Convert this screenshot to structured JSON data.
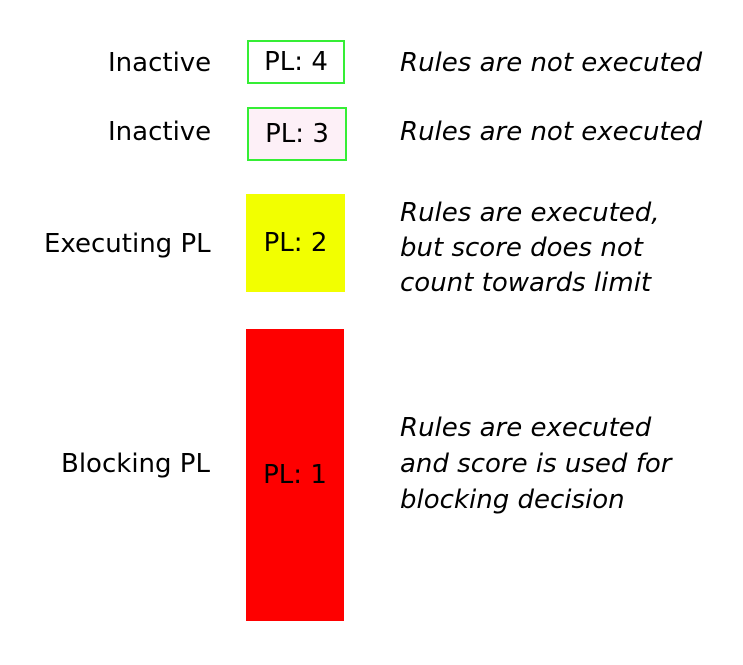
{
  "diagram": {
    "colors": {
      "inactive_border": "#35ee35",
      "inactive_fill_pl4": "#ffffff",
      "inactive_fill_pl3": "#fdf0f7",
      "executing_fill": "#f2ff00",
      "blocking_fill": "#fe0000",
      "text": "#000000"
    },
    "rows": [
      {
        "label": "Inactive",
        "box_text": "PL: 4",
        "description": "Rules are not executed",
        "box_fill": "#ffffff",
        "box_border": "#35ee35"
      },
      {
        "label": "Inactive",
        "box_text": "PL: 3",
        "description": "Rules are not executed",
        "box_fill": "#fdf0f7",
        "box_border": "#35ee35"
      },
      {
        "label": "Executing PL",
        "box_text": "PL: 2",
        "description": "Rules are executed,\nbut score does not\ncount towards limit",
        "box_fill": "#f2ff00",
        "box_border": ""
      },
      {
        "label": "Blocking PL",
        "box_text": "PL: 1",
        "description": "Rules are executed\nand score is used for\nblocking decision",
        "box_fill": "#fe0000",
        "box_border": ""
      }
    ]
  }
}
